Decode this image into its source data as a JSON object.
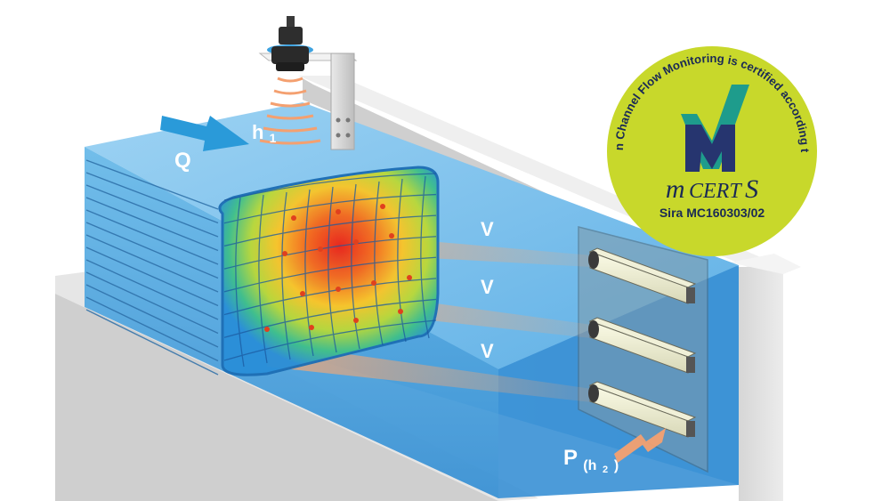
{
  "labels": {
    "flow": "Q",
    "level_main": "h",
    "level_sub": "1",
    "velocity_1": "V",
    "velocity_2": "V",
    "velocity_3": "V",
    "pressure_main": "P",
    "pressure_paren_open": "(h",
    "pressure_sub": "2",
    "pressure_paren_close": ")"
  },
  "seal": {
    "arc_text": "NIVUS Open Channel Flow Monitoring is certified according to MCERTS",
    "brand_m": "m",
    "brand_rest": "CERT",
    "brand_s": "S",
    "certificate": "Sira MC160303/02"
  },
  "colors": {
    "water": "#5aaee6",
    "water_deep": "#2f86cc",
    "concrete": "#e3e3e3",
    "seal_fill": "#c8d82b",
    "seal_text": "#1a2a55",
    "arrow": "#2a9ad9",
    "beam": "#f4a070",
    "mcerts_teal": "#1e9c8c",
    "mcerts_navy": "#26356f"
  }
}
